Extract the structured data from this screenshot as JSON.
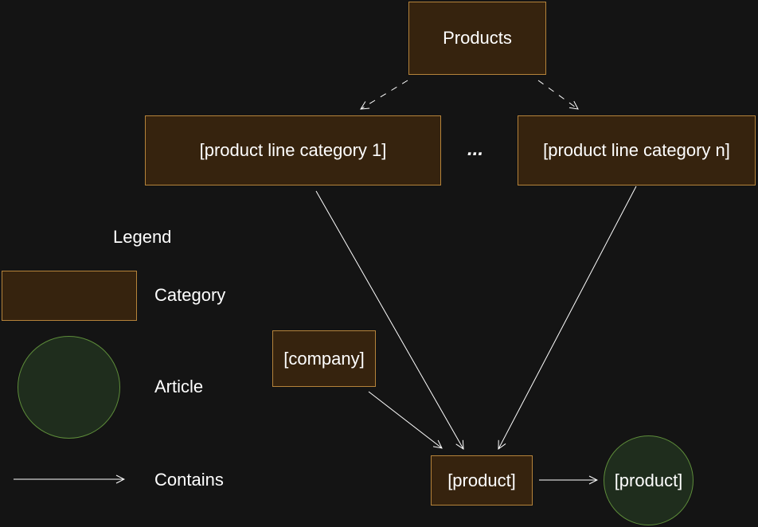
{
  "nodes": {
    "products": "Products",
    "category_1": "[product line category 1]",
    "category_n": "[product line category n]",
    "ellipsis": "...",
    "company": "[company]",
    "product_category": "[product]",
    "product_article": "[product]"
  },
  "legend": {
    "title": "Legend",
    "category_label": "Category",
    "article_label": "Article",
    "contains_label": "Contains"
  },
  "colors": {
    "background": "#141414",
    "category_fill": "#36230e",
    "category_stroke": "#b5833a",
    "article_fill": "#1f2d1d",
    "article_stroke": "#5d8c3a",
    "edge": "#ffffff"
  }
}
